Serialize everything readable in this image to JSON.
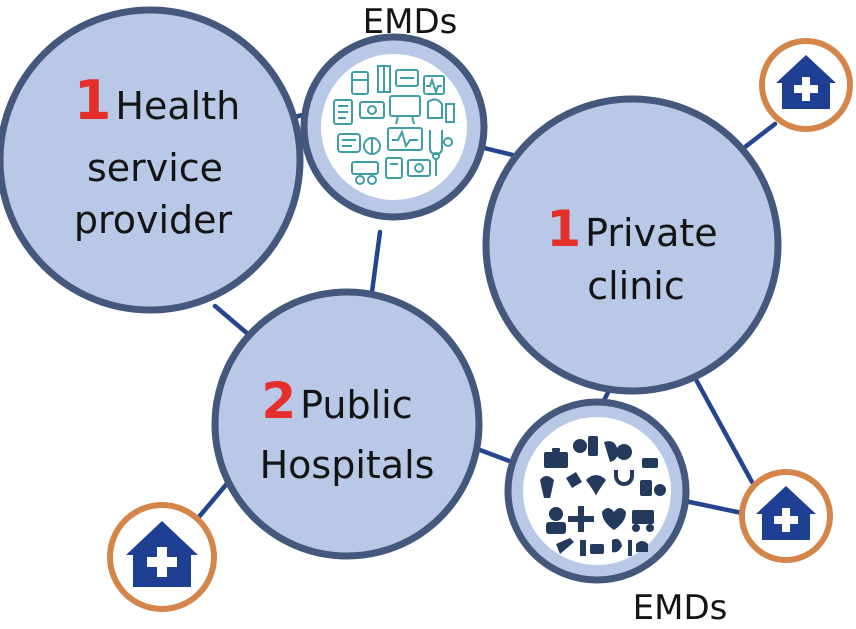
{
  "colors": {
    "circle_fill": "#b8c8e6",
    "circle_stroke": "#44577d",
    "connector": "#25468e",
    "number_red": "#e52f2a",
    "house_blue": "#1f3f93",
    "house_ring": "#d4864a",
    "emd_icon_teal": "#3f9ea5",
    "emd_icon_navy": "#243a5c"
  },
  "nodes": {
    "health": {
      "number": "1",
      "line1": "Health",
      "line2": "service",
      "line3": "provider"
    },
    "private": {
      "number": "1",
      "line1": "Private",
      "line2": "clinic"
    },
    "public": {
      "number": "2",
      "line1": "Public",
      "line2": "Hospitals"
    },
    "emd_top": {
      "label": "EMDs",
      "icon": "medical-devices-outline-icons"
    },
    "emd_bottom": {
      "label": "EMDs",
      "icon": "medical-devices-solid-icons"
    }
  },
  "houses": [
    {
      "icon": "house-medical-cross-icon"
    },
    {
      "icon": "house-medical-cross-icon"
    },
    {
      "icon": "house-medical-cross-icon"
    }
  ]
}
